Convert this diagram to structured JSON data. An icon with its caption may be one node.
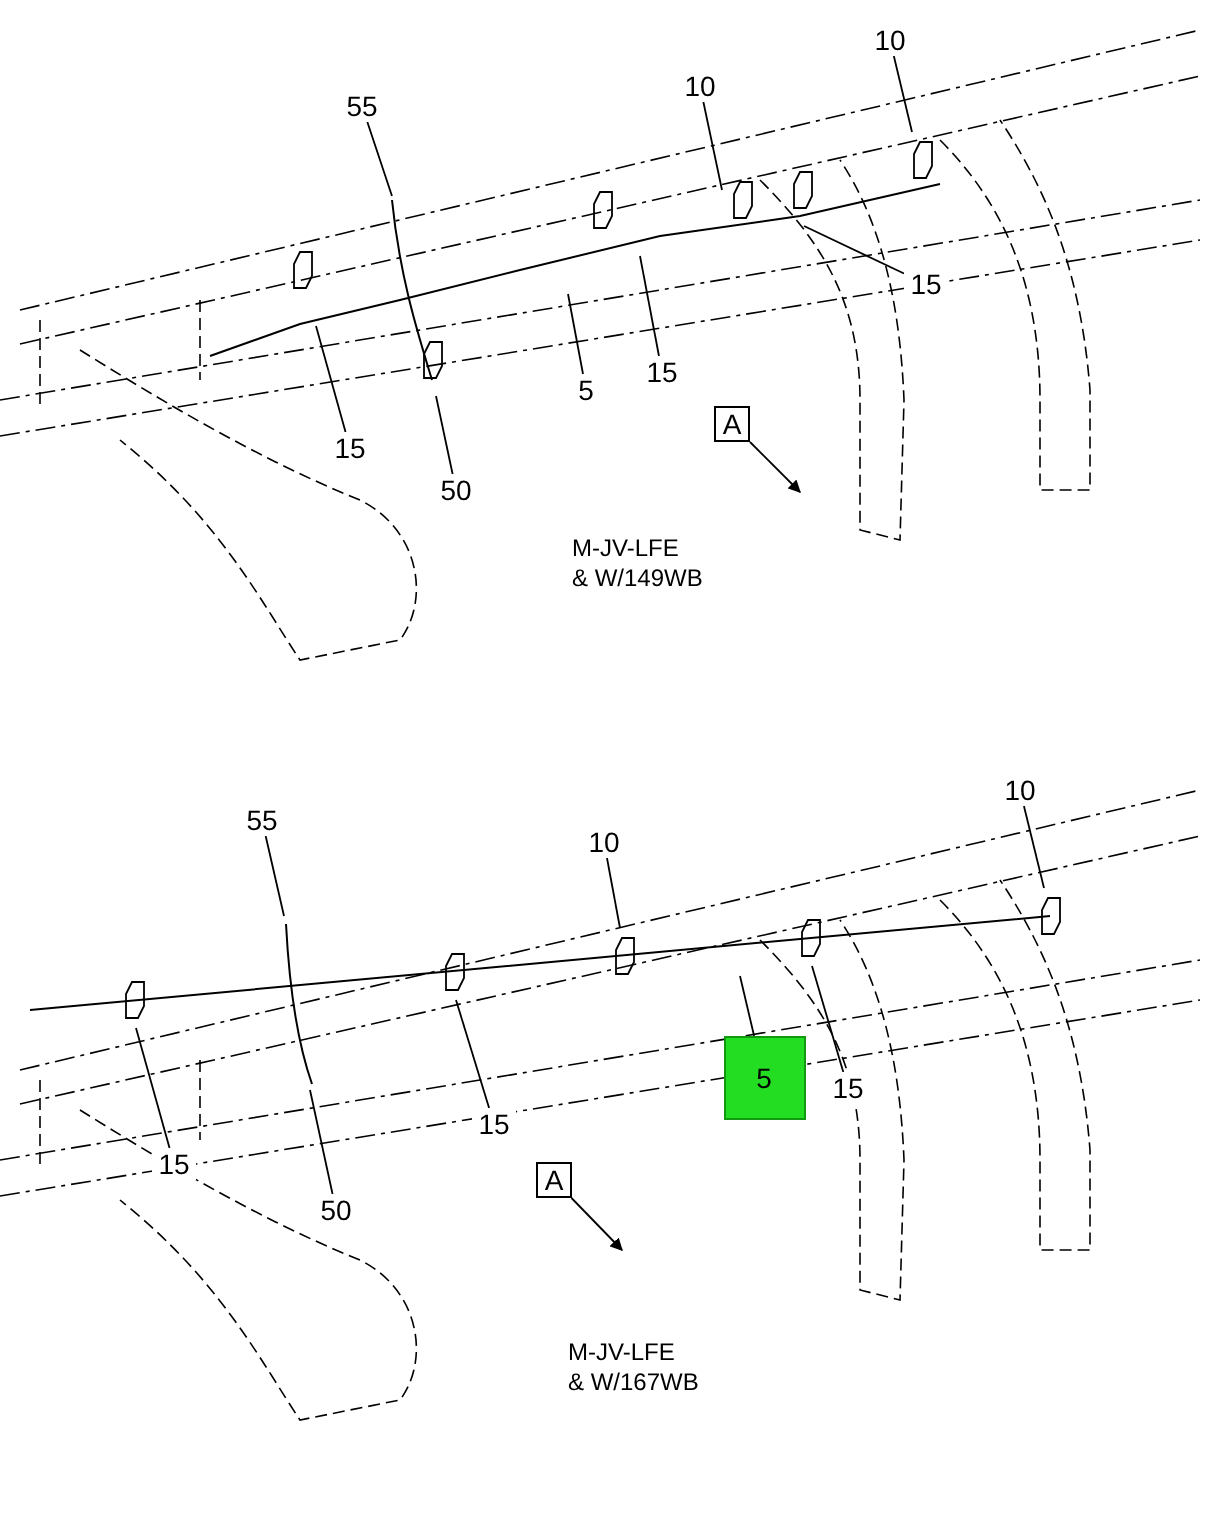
{
  "diagram": {
    "nodes": [
      {
        "text": [
          "10"
        ]
      },
      {
        "text": [
          "10"
        ]
      },
      {
        "text": [
          "55"
        ]
      },
      {
        "text": [
          "15"
        ]
      },
      {
        "text": [
          "15"
        ]
      },
      {
        "text": [
          "5"
        ]
      },
      {
        "text": [
          "A"
        ]
      },
      {
        "text": [
          "15"
        ]
      },
      {
        "text": [
          "50"
        ]
      },
      {
        "text": [
          "10"
        ]
      },
      {
        "text": [
          "55"
        ]
      },
      {
        "text": [
          "10"
        ]
      },
      {
        "text": [
          "5"
        ]
      },
      {
        "text": [
          "15"
        ]
      },
      {
        "text": [
          "15"
        ]
      },
      {
        "text": [
          "15"
        ]
      },
      {
        "text": [
          "A"
        ]
      },
      {
        "text": [
          "50"
        ]
      }
    ],
    "edges": [
      {
        "from": 0,
        "to": null,
        "arrow": "none"
      },
      {
        "from": 1,
        "to": null,
        "arrow": "none"
      },
      {
        "from": 2,
        "to": null,
        "arrow": "none"
      },
      {
        "from": 3,
        "to": null,
        "arrow": "none"
      },
      {
        "from": 4,
        "to": null,
        "arrow": "none"
      },
      {
        "from": 5,
        "to": null,
        "arrow": "none"
      },
      {
        "from": 6,
        "to": null,
        "arrow": "to"
      },
      {
        "from": 7,
        "to": null,
        "arrow": "none"
      },
      {
        "from": 8,
        "to": null,
        "arrow": "none"
      },
      {
        "from": 9,
        "to": null,
        "arrow": "none"
      },
      {
        "from": 10,
        "to": null,
        "arrow": "none"
      },
      {
        "from": 11,
        "to": null,
        "arrow": "none"
      },
      {
        "from": 12,
        "to": null,
        "arrow": "none"
      },
      {
        "from": 13,
        "to": null,
        "arrow": "none"
      },
      {
        "from": 14,
        "to": null,
        "arrow": "none"
      },
      {
        "from": 15,
        "to": null,
        "arrow": "none"
      },
      {
        "from": 16,
        "to": null,
        "arrow": "to"
      },
      {
        "from": 17,
        "to": null,
        "arrow": "none"
      }
    ],
    "labels": [
      "M-JV-LFE",
      "& W/149WB",
      "M-JV-LFE",
      "& W/167WB"
    ]
  }
}
